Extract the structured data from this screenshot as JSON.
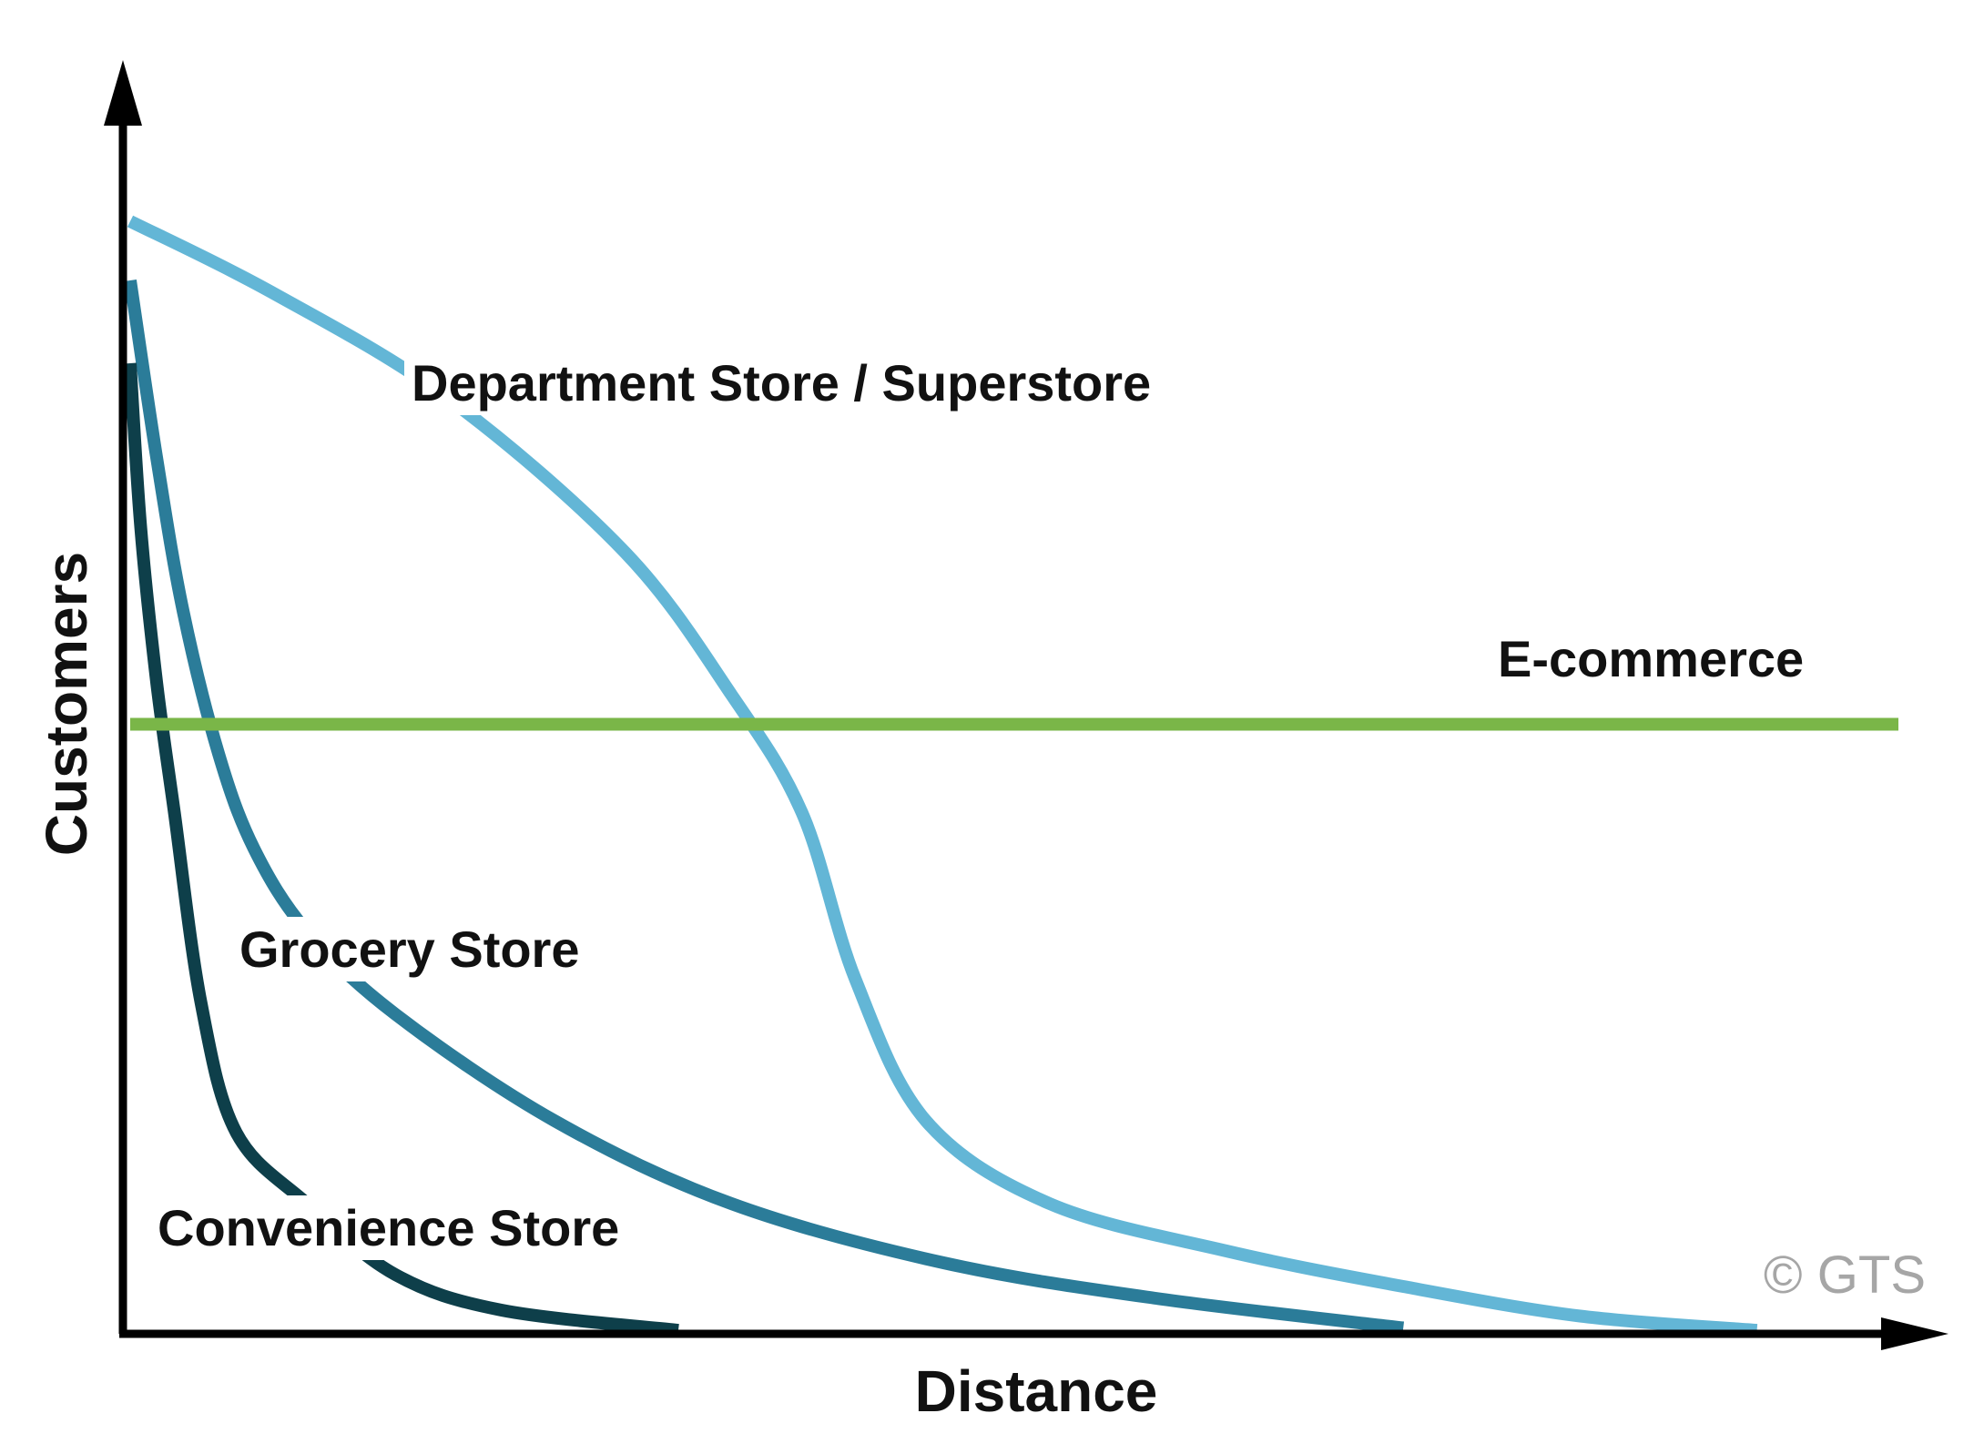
{
  "chart_data": {
    "type": "line",
    "title": "",
    "xlabel": "Distance",
    "ylabel": "Customers",
    "credit": "© GTS",
    "grid": false,
    "legend": "inline labels",
    "xlim": [
      0,
      100
    ],
    "ylim": [
      0,
      100
    ],
    "series": [
      {
        "name": "Department Store / Superstore",
        "color": "#63b6d6",
        "points": [
          [
            0,
            94
          ],
          [
            8,
            88
          ],
          [
            18,
            79
          ],
          [
            28,
            66
          ],
          [
            34,
            54
          ],
          [
            38,
            44
          ],
          [
            41,
            30
          ],
          [
            45,
            18
          ],
          [
            52,
            11
          ],
          [
            62,
            7
          ],
          [
            72,
            4
          ],
          [
            82,
            1.5
          ],
          [
            92,
            0.3
          ]
        ]
      },
      {
        "name": "Grocery Store",
        "color": "#2b7c99",
        "points": [
          [
            0,
            89
          ],
          [
            1.5,
            74
          ],
          [
            3,
            61
          ],
          [
            5,
            49
          ],
          [
            7,
            41
          ],
          [
            10,
            34
          ],
          [
            15,
            27
          ],
          [
            24,
            18
          ],
          [
            34,
            11
          ],
          [
            46,
            6
          ],
          [
            58,
            3
          ],
          [
            72,
            0.5
          ]
        ]
      },
      {
        "name": "Convenience Store",
        "color": "#0e3f4a",
        "points": [
          [
            0,
            82
          ],
          [
            0.6,
            68
          ],
          [
            1.5,
            55
          ],
          [
            2.5,
            44
          ],
          [
            4,
            28
          ],
          [
            6,
            17
          ],
          [
            10,
            11
          ],
          [
            15,
            5
          ],
          [
            21,
            2
          ],
          [
            31,
            0.3
          ]
        ]
      },
      {
        "name": "E-commerce",
        "color": "#7ab648",
        "points": [
          [
            0,
            51.5
          ],
          [
            100,
            51.5
          ]
        ]
      }
    ]
  }
}
